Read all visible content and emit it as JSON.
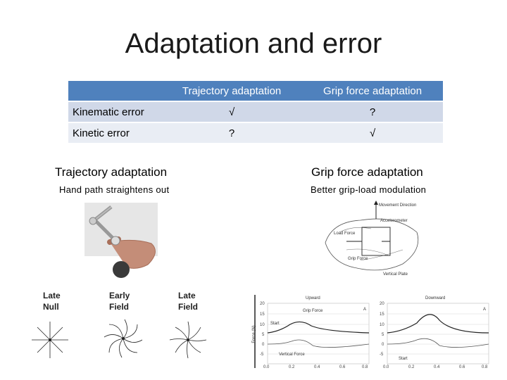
{
  "title": "Adaptation and error",
  "table": {
    "columns": [
      "",
      "Trajectory adaptation",
      "Grip force adaptation"
    ],
    "rows": [
      {
        "label": "Kinematic error",
        "trajectory": "√",
        "grip": "?"
      },
      {
        "label": "Kinetic error",
        "trajectory": "?",
        "grip": "√"
      }
    ]
  },
  "left": {
    "heading": "Trajectory adaptation",
    "caption": "Hand path straightens out",
    "field_labels": [
      [
        "Late",
        "Null"
      ],
      [
        "Early",
        "Field"
      ],
      [
        "Late",
        "Field"
      ]
    ]
  },
  "right": {
    "heading": "Grip force adaptation",
    "caption": "Better grip-load modulation",
    "hand_labels": [
      "Movement Direction",
      "Accelerometer",
      "Load Force",
      "Grip Force",
      "Vertical Plate"
    ],
    "plots": {
      "upward": "Upward",
      "downward": "Downward",
      "ylabel": "Force (N)",
      "panel_tag": "A",
      "trace_grip": "Grip Force",
      "trace_vertical": "Vertical Force",
      "start": "Start",
      "yticks": [
        "20",
        "15",
        "10",
        "5",
        "0",
        "-5"
      ],
      "xticks": [
        "0.0",
        "0.2",
        "0.4",
        "0.6",
        "0.8"
      ]
    }
  }
}
